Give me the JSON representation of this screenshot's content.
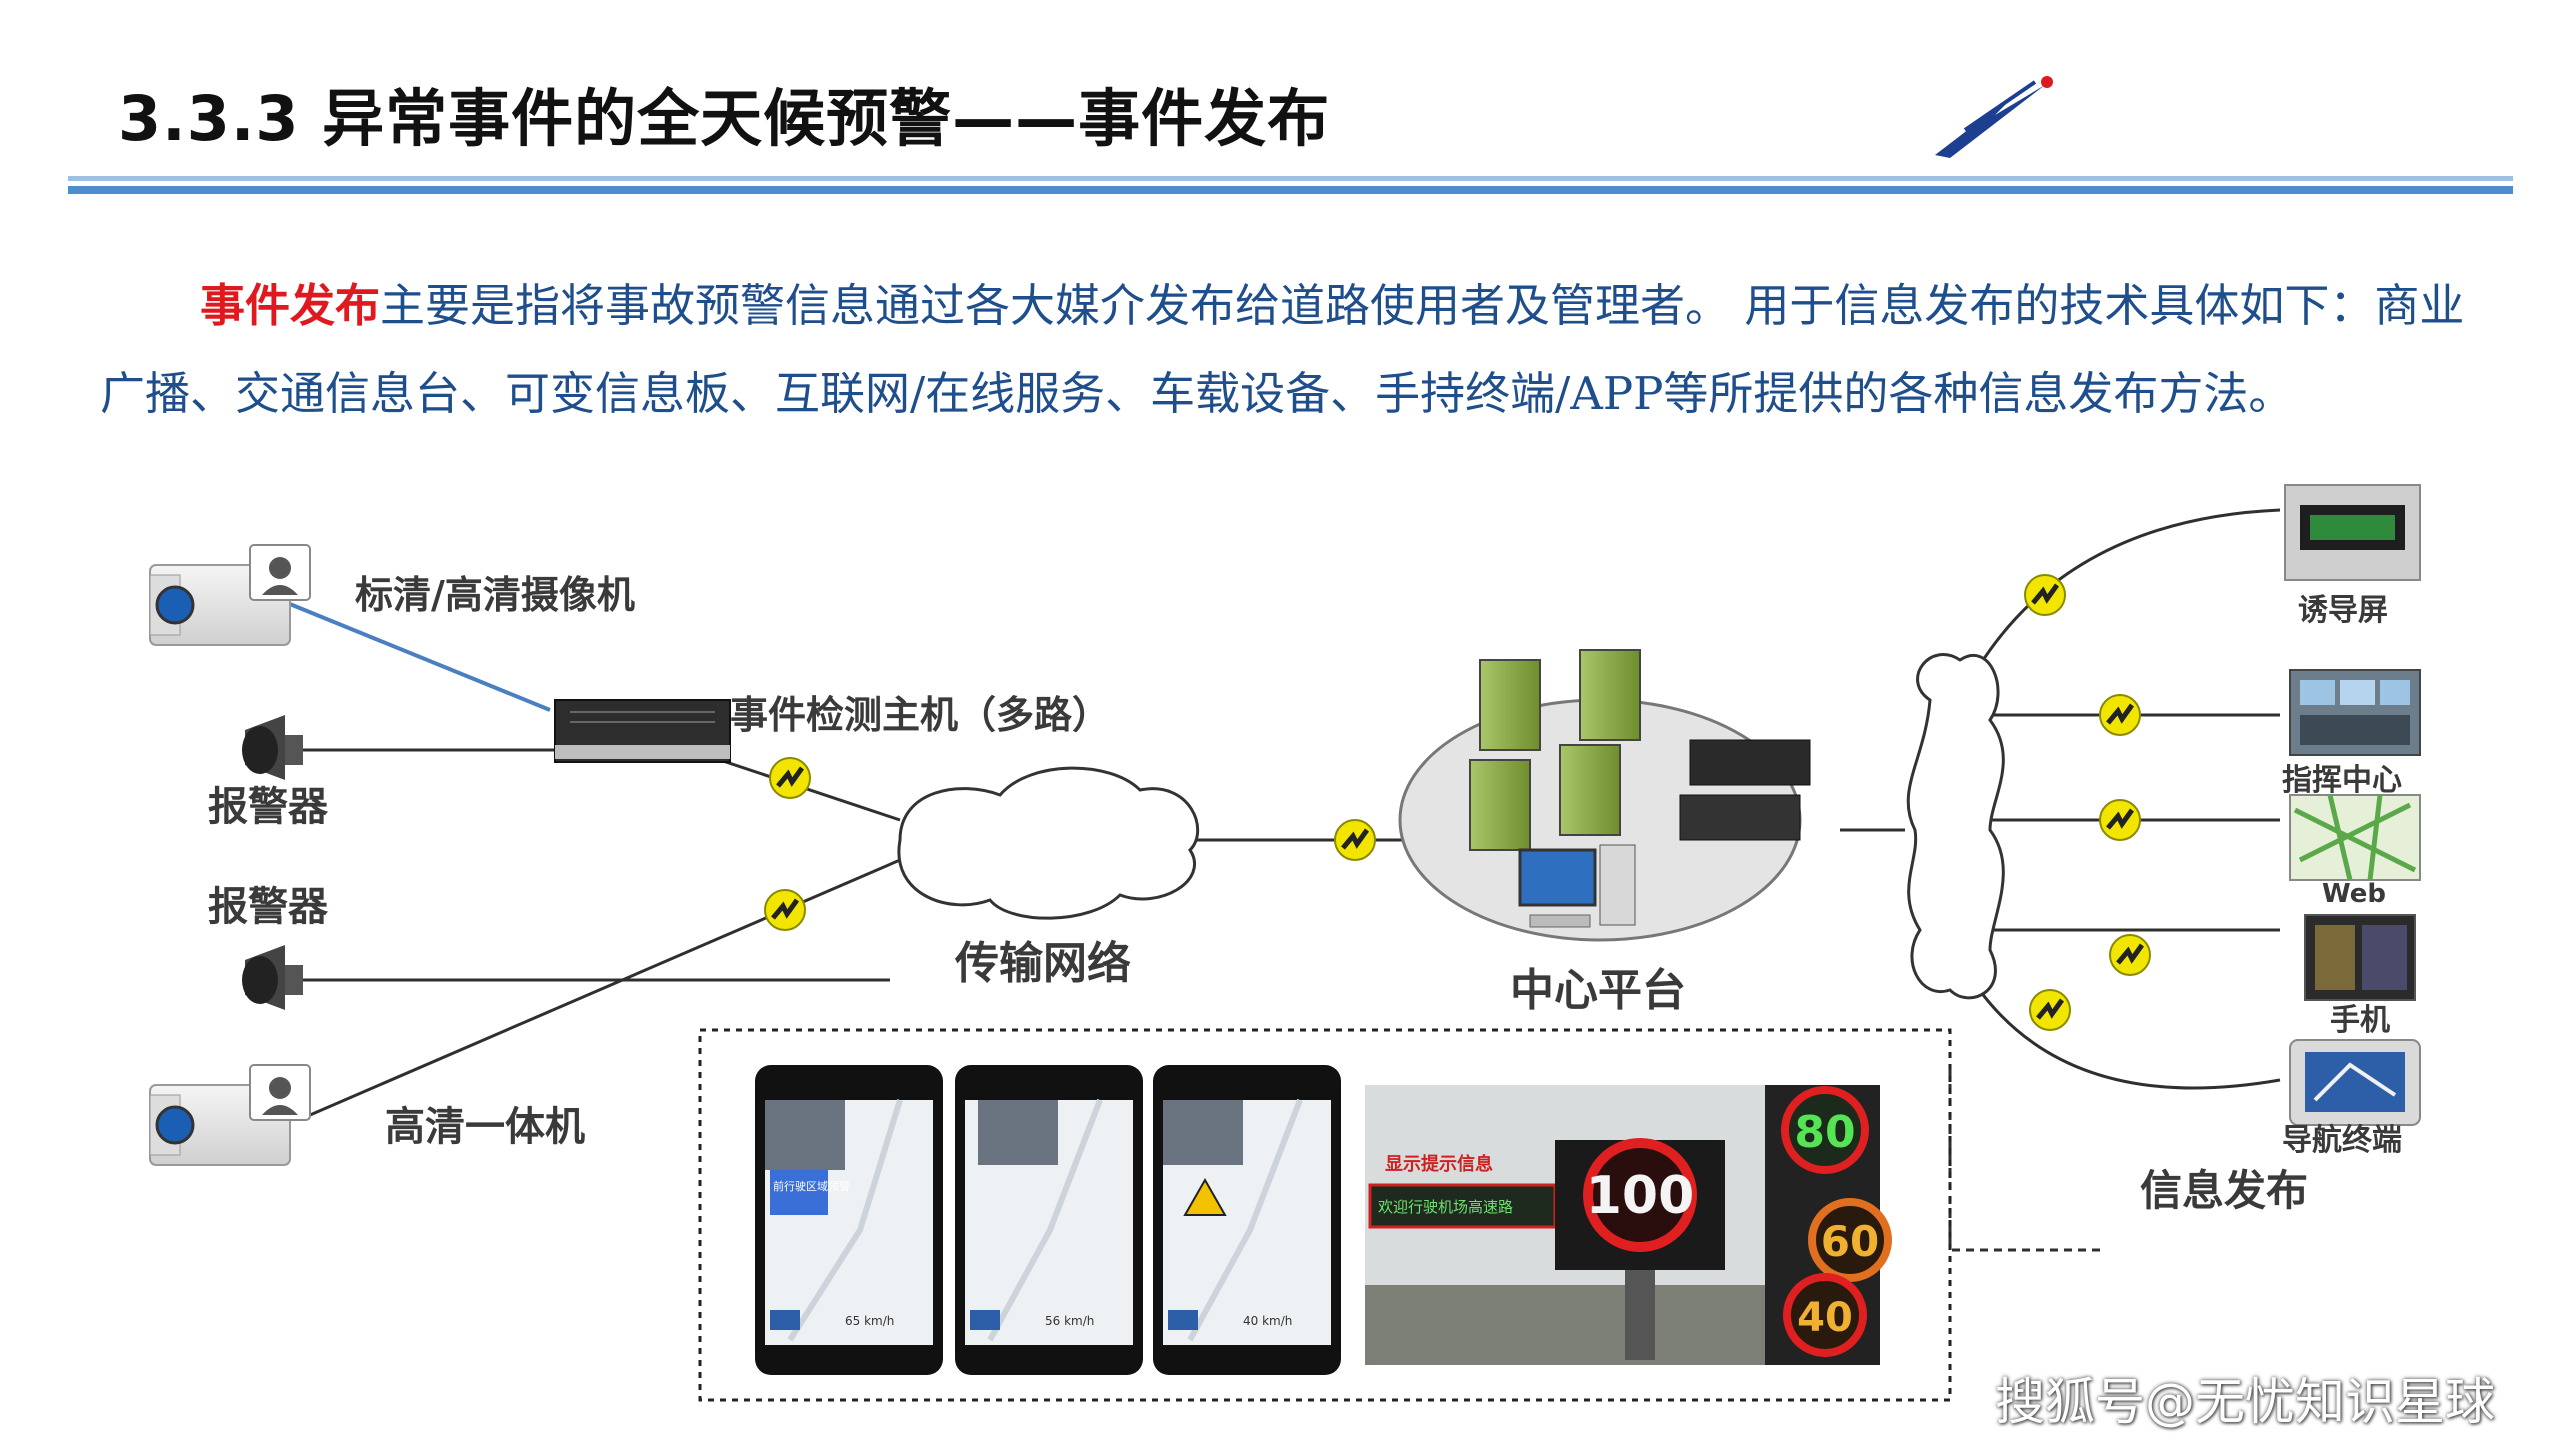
{
  "slide": {
    "title": "3.3.3 异常事件的全天候预警——事件发布"
  },
  "paragraph": {
    "highlight": "事件发布",
    "text": "主要是指将事故预警信息通过各大媒介发布给道路使用者及管理者。 用于信息发布的技术具体如下：商业广播、交通信息台、可变信息板、互联网/在线服务、车载设备、手持终端/APP等所提供的各种信息发布方法。"
  },
  "diagram": {
    "labels": {
      "camera_sd_hd": "标清/高清摄像机",
      "detector_host": "事件检测主机（多路）",
      "alarm_top": "报警器",
      "alarm_bottom": "报警器",
      "hd_unit": "高清一体机",
      "network": "传输网络",
      "center": "中心平台",
      "publish": "信息发布",
      "out_guide_screen": "诱导屏",
      "out_command": "指挥中心",
      "out_web": "Web",
      "out_phone": "手机",
      "out_navigation": "导航终端"
    },
    "phones": [
      {
        "speed": "65 km/h",
        "alert": "前行驶区域预警"
      },
      {
        "speed": "56 km/h",
        "alert": ""
      },
      {
        "speed": "40 km/h",
        "alert": ""
      }
    ],
    "sign_photo": {
      "caption": "显示提示信息",
      "message": "欢迎行驶机场高速路",
      "speed_main": "100",
      "speed_a": "80",
      "speed_b": "60",
      "speed_c": "40"
    },
    "colors": {
      "link_line": "#2f2f2f",
      "camera_link": "#4a7fc1",
      "wireless_badge": "#f2e600",
      "title_accent": "#e0191e",
      "paragraph_text": "#1f4e8c"
    }
  },
  "watermark": "搜狐号@无忧知识星球"
}
